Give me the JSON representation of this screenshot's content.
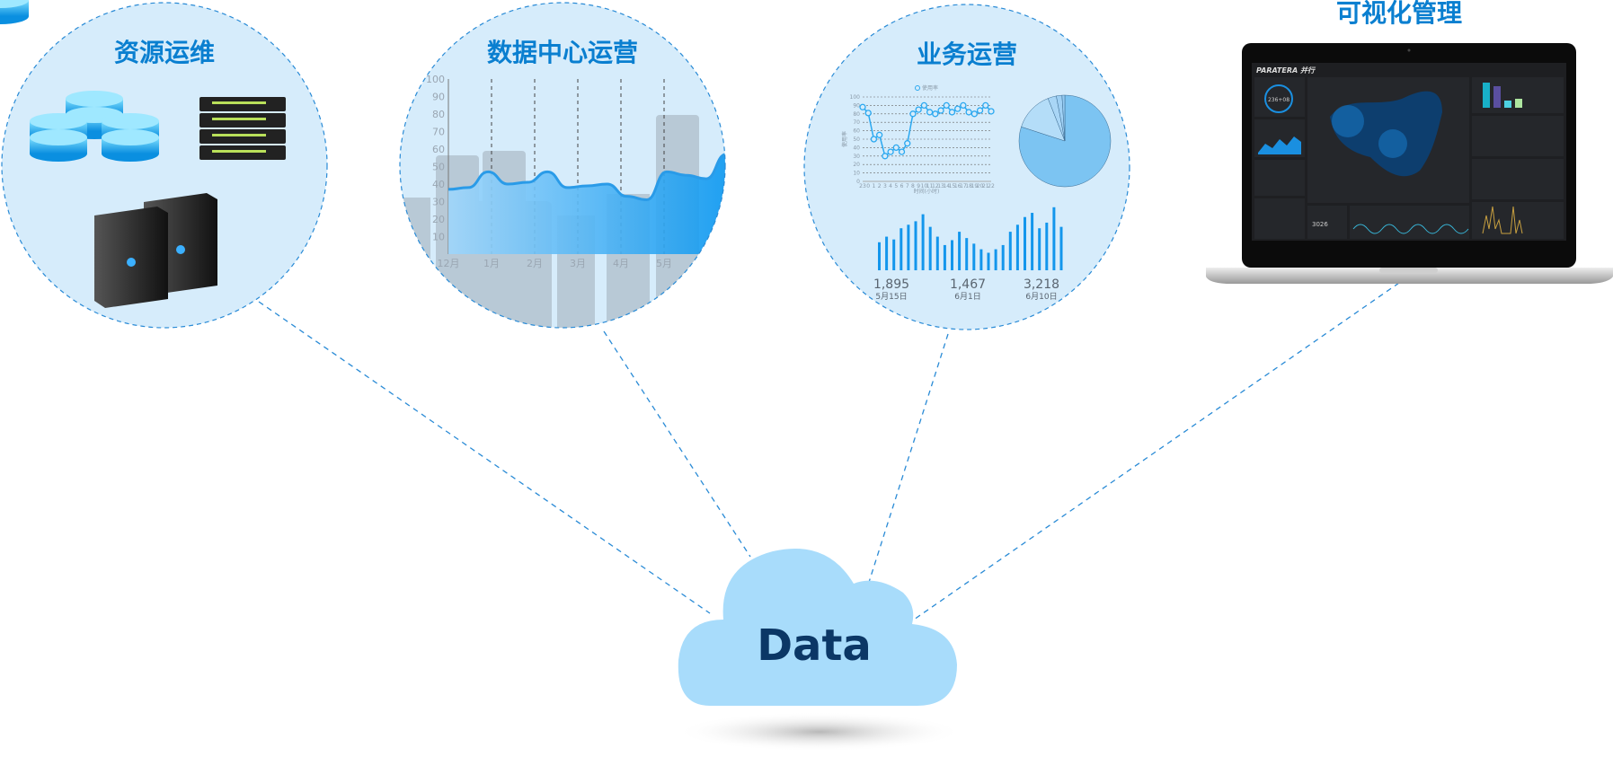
{
  "nodes": {
    "resource": {
      "title": "资源运维"
    },
    "datacenter": {
      "title": "数据中心运营"
    },
    "business": {
      "title": "业务运营"
    },
    "visual": {
      "title": "可视化管理"
    },
    "cloud": {
      "label": "Data"
    }
  },
  "colors": {
    "title": "#0a7fd0",
    "circle": "#d6ecfb",
    "line": "#2a8bd6",
    "cloud": "#a8dcfb",
    "cloud_text": "#0b3766"
  },
  "chart_data": [
    {
      "type": "area",
      "name": "datacenter",
      "yticks": [
        "10",
        "20",
        "30",
        "40",
        "50",
        "60",
        "70",
        "80",
        "90",
        "100"
      ],
      "ylim": [
        0,
        100
      ],
      "categories": [
        "12月",
        "1月",
        "2月",
        "3月",
        "4月",
        "5月"
      ],
      "values": [
        37,
        38,
        47,
        40,
        41,
        47,
        38,
        39,
        40,
        33,
        31,
        47,
        45,
        43,
        57
      ]
    },
    {
      "type": "line",
      "name": "business-line",
      "legend": "使用率",
      "ylabel": "使用率",
      "xlabel": "时间(小时)",
      "ylim": [
        0,
        100
      ],
      "yticks": [
        "0",
        "10",
        "20",
        "30",
        "40",
        "50",
        "60",
        "70",
        "80",
        "90",
        "100"
      ],
      "categories": [
        "23",
        "0",
        "1",
        "2",
        "3",
        "4",
        "5",
        "6",
        "7",
        "8",
        "9",
        "10",
        "11",
        "12",
        "13",
        "14",
        "15",
        "16",
        "17",
        "18",
        "19",
        "20",
        "21",
        "22"
      ],
      "values": [
        88,
        81,
        50,
        55,
        30,
        35,
        40,
        35,
        45,
        80,
        85,
        90,
        82,
        80,
        84,
        90,
        82,
        86,
        90,
        82,
        80,
        84,
        90,
        83
      ]
    },
    {
      "type": "pie",
      "name": "business-pie",
      "values": [
        80,
        14,
        3,
        2,
        1
      ]
    },
    {
      "type": "bar",
      "name": "business-bars",
      "values": [
        40,
        48,
        44,
        60,
        65,
        70,
        80,
        62,
        48,
        36,
        43,
        55,
        46,
        38,
        30,
        25,
        30,
        36,
        55,
        65,
        76,
        82,
        60,
        68,
        90,
        62
      ]
    }
  ],
  "stats": [
    {
      "value": "1,895",
      "date": "5月15日"
    },
    {
      "value": "1,467",
      "date": "6月1日"
    },
    {
      "value": "3,218",
      "date": "6月10日"
    }
  ],
  "laptop": {
    "brand": "PARATERA 并行",
    "gauge": "236+08",
    "count": "3026"
  }
}
